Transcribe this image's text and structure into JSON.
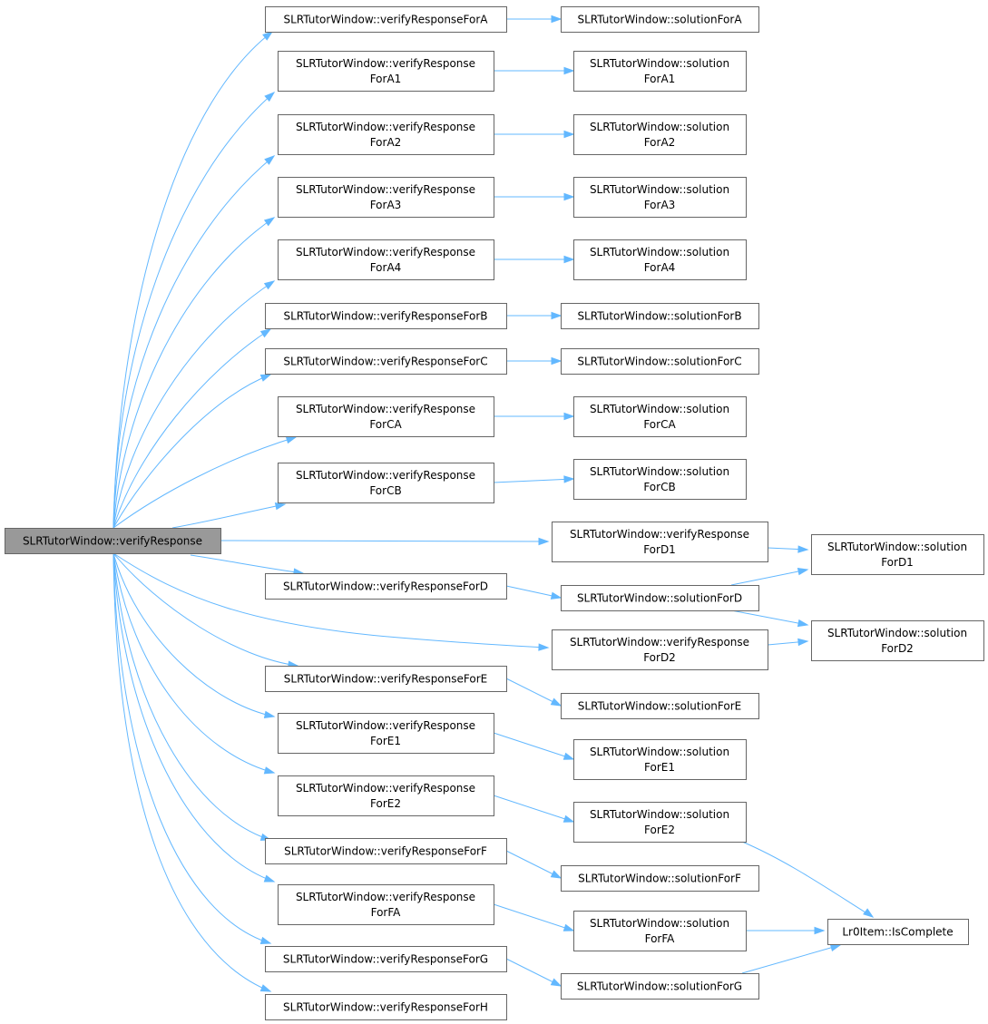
{
  "graph": {
    "root": "SLRTutorWindow::verifyResponse",
    "nodes": [
      {
        "id": "root",
        "label": "SLRTutorWindow::verifyResponse",
        "root": true
      },
      {
        "id": "vA",
        "label": "SLRTutorWindow::verifyResponseForA"
      },
      {
        "id": "vA1",
        "label": "SLRTutorWindow::verifyResponse\nForA1"
      },
      {
        "id": "vA2",
        "label": "SLRTutorWindow::verifyResponse\nForA2"
      },
      {
        "id": "vA3",
        "label": "SLRTutorWindow::verifyResponse\nForA3"
      },
      {
        "id": "vA4",
        "label": "SLRTutorWindow::verifyResponse\nForA4"
      },
      {
        "id": "vB",
        "label": "SLRTutorWindow::verifyResponseForB"
      },
      {
        "id": "vC",
        "label": "SLRTutorWindow::verifyResponseForC"
      },
      {
        "id": "vCA",
        "label": "SLRTutorWindow::verifyResponse\nForCA"
      },
      {
        "id": "vCB",
        "label": "SLRTutorWindow::verifyResponse\nForCB"
      },
      {
        "id": "vD1",
        "label": "SLRTutorWindow::verifyResponse\nForD1"
      },
      {
        "id": "vD",
        "label": "SLRTutorWindow::verifyResponseForD"
      },
      {
        "id": "vD2",
        "label": "SLRTutorWindow::verifyResponse\nForD2"
      },
      {
        "id": "vE",
        "label": "SLRTutorWindow::verifyResponseForE"
      },
      {
        "id": "vE1",
        "label": "SLRTutorWindow::verifyResponse\nForE1"
      },
      {
        "id": "vE2",
        "label": "SLRTutorWindow::verifyResponse\nForE2"
      },
      {
        "id": "vF",
        "label": "SLRTutorWindow::verifyResponseForF"
      },
      {
        "id": "vFA",
        "label": "SLRTutorWindow::verifyResponse\nForFA"
      },
      {
        "id": "vG",
        "label": "SLRTutorWindow::verifyResponseForG"
      },
      {
        "id": "vH",
        "label": "SLRTutorWindow::verifyResponseForH"
      },
      {
        "id": "sA",
        "label": "SLRTutorWindow::solutionForA"
      },
      {
        "id": "sA1",
        "label": "SLRTutorWindow::solution\nForA1"
      },
      {
        "id": "sA2",
        "label": "SLRTutorWindow::solution\nForA2"
      },
      {
        "id": "sA3",
        "label": "SLRTutorWindow::solution\nForA3"
      },
      {
        "id": "sA4",
        "label": "SLRTutorWindow::solution\nForA4"
      },
      {
        "id": "sB",
        "label": "SLRTutorWindow::solutionForB"
      },
      {
        "id": "sC",
        "label": "SLRTutorWindow::solutionForC"
      },
      {
        "id": "sCA",
        "label": "SLRTutorWindow::solution\nForCA"
      },
      {
        "id": "sCB",
        "label": "SLRTutorWindow::solution\nForCB"
      },
      {
        "id": "sD",
        "label": "SLRTutorWindow::solutionForD"
      },
      {
        "id": "sE",
        "label": "SLRTutorWindow::solutionForE"
      },
      {
        "id": "sE1",
        "label": "SLRTutorWindow::solution\nForE1"
      },
      {
        "id": "sE2",
        "label": "SLRTutorWindow::solution\nForE2"
      },
      {
        "id": "sF",
        "label": "SLRTutorWindow::solutionForF"
      },
      {
        "id": "sFA",
        "label": "SLRTutorWindow::solution\nForFA"
      },
      {
        "id": "sG",
        "label": "SLRTutorWindow::solutionForG"
      },
      {
        "id": "sD1",
        "label": "SLRTutorWindow::solution\nForD1"
      },
      {
        "id": "sD2",
        "label": "SLRTutorWindow::solution\nForD2"
      },
      {
        "id": "lr0",
        "label": "Lr0Item::IsComplete"
      }
    ],
    "edges": [
      [
        "root",
        "vA"
      ],
      [
        "root",
        "vA1"
      ],
      [
        "root",
        "vA2"
      ],
      [
        "root",
        "vA3"
      ],
      [
        "root",
        "vA4"
      ],
      [
        "root",
        "vB"
      ],
      [
        "root",
        "vC"
      ],
      [
        "root",
        "vCA"
      ],
      [
        "root",
        "vCB"
      ],
      [
        "root",
        "vD1"
      ],
      [
        "root",
        "vD"
      ],
      [
        "root",
        "vD2"
      ],
      [
        "root",
        "vE"
      ],
      [
        "root",
        "vE1"
      ],
      [
        "root",
        "vE2"
      ],
      [
        "root",
        "vF"
      ],
      [
        "root",
        "vFA"
      ],
      [
        "root",
        "vG"
      ],
      [
        "root",
        "vH"
      ],
      [
        "vA",
        "sA"
      ],
      [
        "vA1",
        "sA1"
      ],
      [
        "vA2",
        "sA2"
      ],
      [
        "vA3",
        "sA3"
      ],
      [
        "vA4",
        "sA4"
      ],
      [
        "vB",
        "sB"
      ],
      [
        "vC",
        "sC"
      ],
      [
        "vCA",
        "sCA"
      ],
      [
        "vCB",
        "sCB"
      ],
      [
        "vD1",
        "sD1"
      ],
      [
        "vD",
        "sD"
      ],
      [
        "vD2",
        "sD2"
      ],
      [
        "sD",
        "sD1"
      ],
      [
        "sD",
        "sD2"
      ],
      [
        "vE",
        "sE"
      ],
      [
        "vE1",
        "sE1"
      ],
      [
        "vE2",
        "sE2"
      ],
      [
        "vF",
        "sF"
      ],
      [
        "vFA",
        "sFA"
      ],
      [
        "vG",
        "sG"
      ],
      [
        "sE2",
        "lr0"
      ],
      [
        "sFA",
        "lr0"
      ],
      [
        "sG",
        "lr0"
      ]
    ]
  },
  "colors": {
    "edge": "#63b8ff",
    "node_border": "#666666",
    "node_fill": "#ffffff",
    "root_fill": "#999999"
  }
}
